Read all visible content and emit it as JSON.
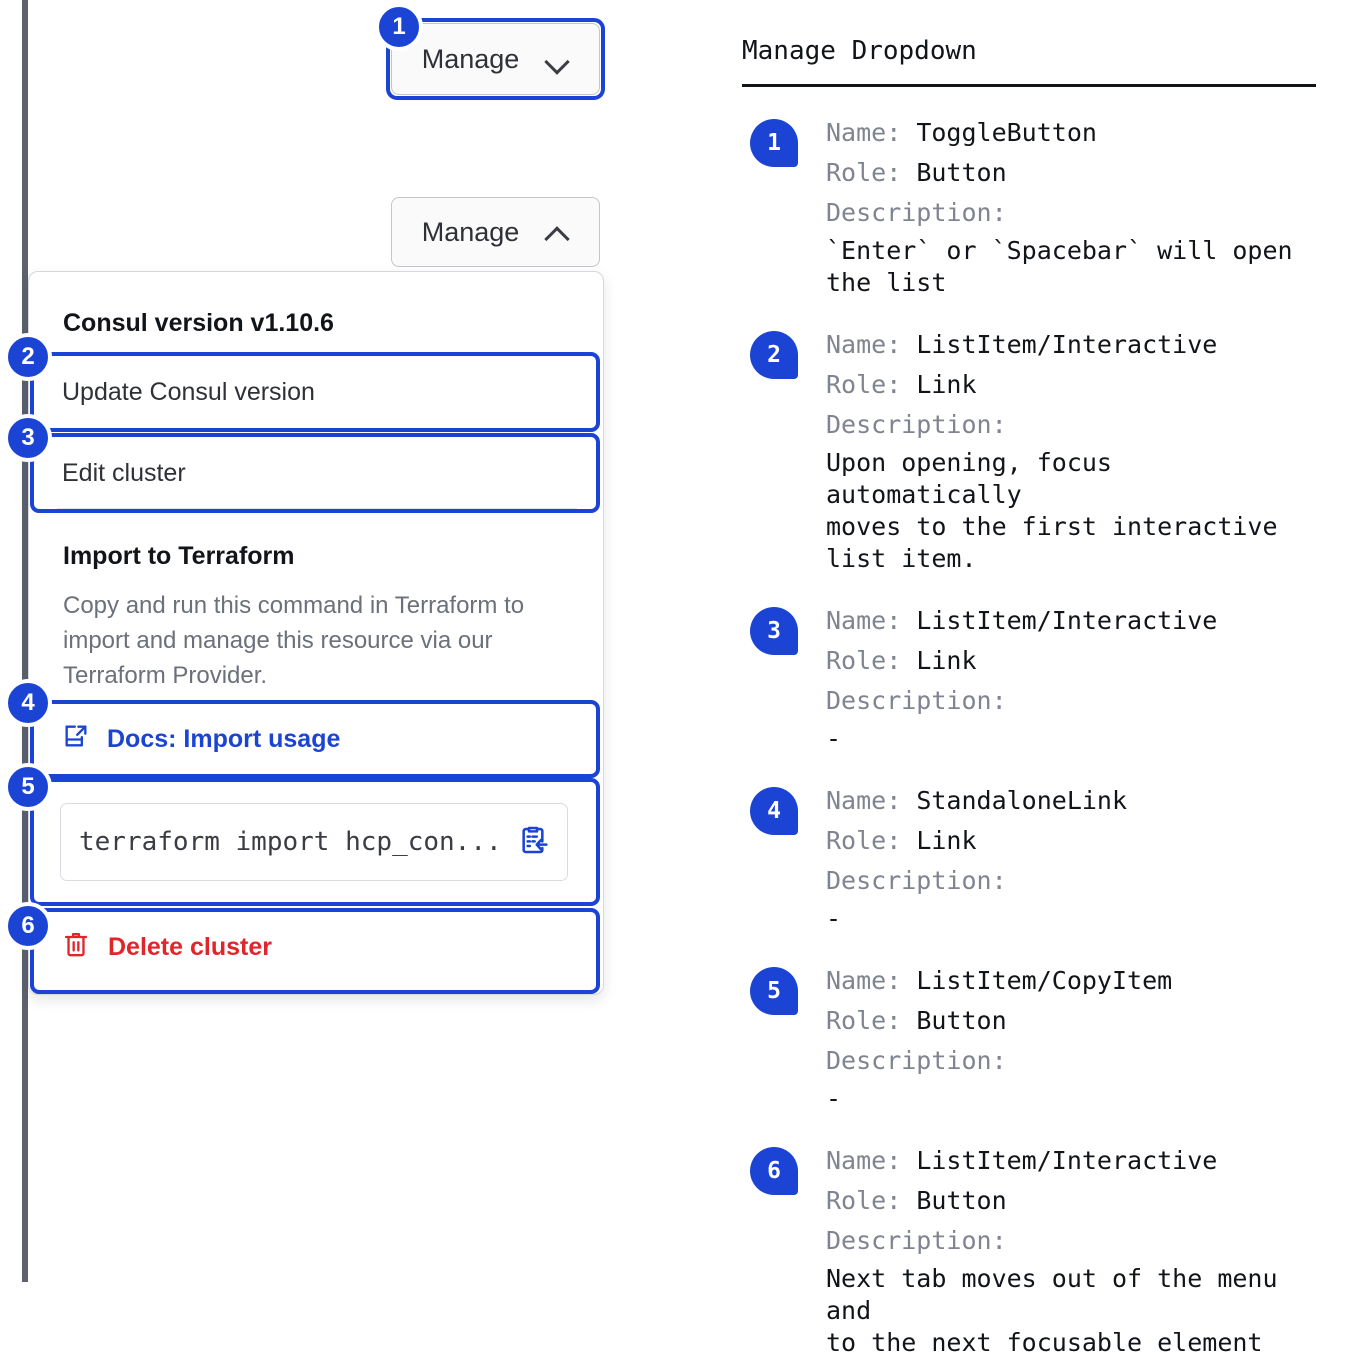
{
  "left": {
    "toggle_closed": {
      "label": "Manage",
      "icon": "chevron-down-icon"
    },
    "toggle_open": {
      "label": "Manage",
      "icon": "chevron-up-icon"
    },
    "dropdown": {
      "version_title": "Consul version v1.10.6",
      "update_item": "Update Consul version",
      "edit_item": "Edit cluster",
      "terraform_title": "Import to Terraform",
      "terraform_desc": "Copy and run this command in Terraform to import and manage this resource via our Terraform Provider.",
      "docs_link": "Docs: Import usage",
      "docs_icon": "external-link-icon",
      "command_value": "terraform import hcp_con...",
      "copy_icon": "clipboard-copy-icon",
      "delete_item": "Delete cluster",
      "delete_icon": "trash-icon"
    },
    "markers": [
      "1",
      "2",
      "3",
      "4",
      "5",
      "6"
    ]
  },
  "right": {
    "title": "Manage Dropdown",
    "labels": {
      "name": "Name: ",
      "role": "Role: ",
      "description": "Description:"
    },
    "entries": [
      {
        "marker": "1",
        "name": "ToggleButton",
        "role": "Button",
        "description": "`Enter` or `Spacebar` will open\nthe list"
      },
      {
        "marker": "2",
        "name": "ListItem/Interactive",
        "role": "Link",
        "description": "Upon opening, focus automatically\nmoves to the first interactive\nlist item."
      },
      {
        "marker": "3",
        "name": "ListItem/Interactive",
        "role": "Link",
        "description": "-"
      },
      {
        "marker": "4",
        "name": "StandaloneLink",
        "role": "Link",
        "description": "-"
      },
      {
        "marker": "5",
        "name": "ListItem/CopyItem",
        "role": "Button",
        "description": "-"
      },
      {
        "marker": "6",
        "name": "ListItem/Interactive",
        "role": "Button",
        "description": "Next tab moves out of the menu and\nto the next focusable element"
      }
    ]
  },
  "colors": {
    "accent_blue": "#1c44d4",
    "danger_red": "#e0252b",
    "muted_gray": "#7f8490",
    "edge_gray": "#5c626e"
  }
}
